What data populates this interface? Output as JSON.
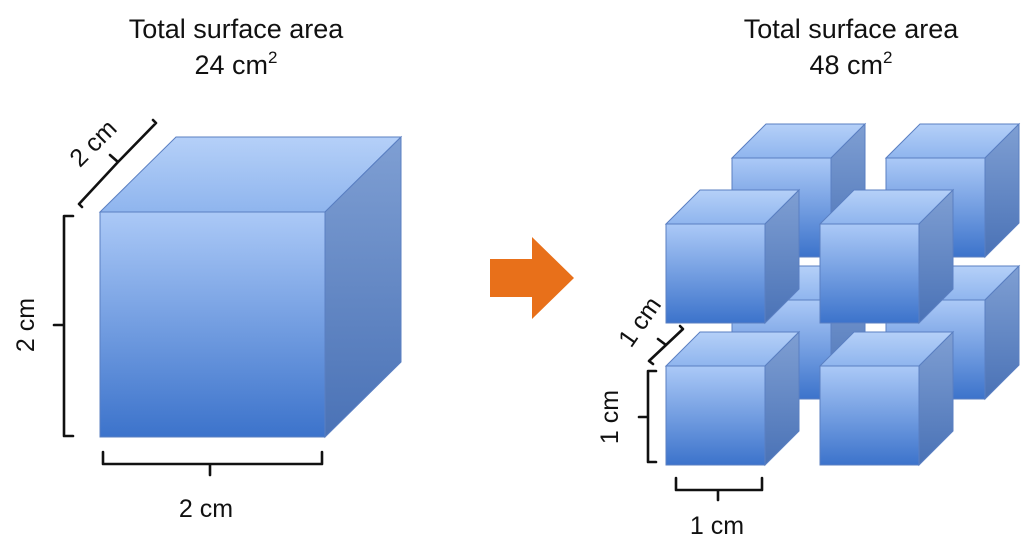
{
  "left": {
    "title": "Total surface area",
    "area_value": "24 cm",
    "area_exp": "2",
    "dim_depth": "2 cm",
    "dim_height": "2 cm",
    "dim_width": "2 cm"
  },
  "right": {
    "title": "Total surface area",
    "area_value": "48 cm",
    "area_exp": "2",
    "dim_depth": "1 cm",
    "dim_height": "1 cm",
    "dim_width": "1 cm"
  },
  "colors": {
    "cube_front_top": "#a9c8f6",
    "cube_front_bottom": "#3d74cc",
    "cube_top_face": "#9fc0f1",
    "cube_side_face": "#5f86c4",
    "arrow": "#e8701a"
  }
}
